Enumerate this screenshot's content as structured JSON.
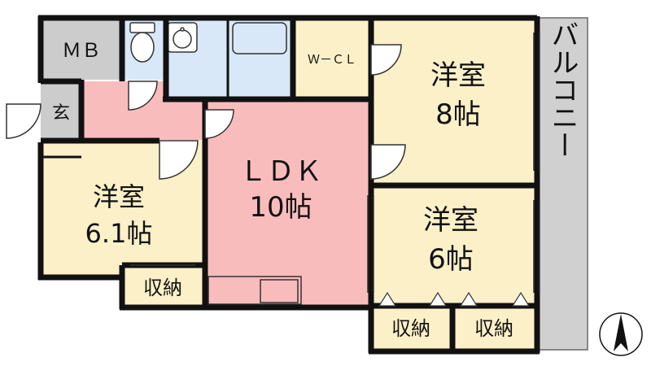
{
  "floorplan": {
    "rooms": {
      "mb": {
        "label": "ＭＢ"
      },
      "entrance": {
        "label": "玄"
      },
      "wcl": {
        "label": "Ｗ－ＣＬ"
      },
      "ldk": {
        "label": "ＬＤＫ",
        "size": "10帖"
      },
      "western_left": {
        "label": "洋室",
        "size": "6.1帖"
      },
      "western_top_right": {
        "label": "洋室",
        "size": "8帖"
      },
      "western_mid_right": {
        "label": "洋室",
        "size": "6帖"
      },
      "storage_left": {
        "label": "収納"
      },
      "storage_bottom_1": {
        "label": "収納"
      },
      "storage_bottom_2": {
        "label": "収納"
      },
      "balcony": {
        "label": "バルコニー"
      }
    },
    "colors": {
      "western_room": "#fcf0c8",
      "ldk": "#f9bcbc",
      "wet_area": "#d8e8f8",
      "grey_space": "#cccccc",
      "balcony": "#d0d0d0",
      "wall": "#111111"
    },
    "compass": {
      "icon": "north-arrow-icon"
    }
  }
}
